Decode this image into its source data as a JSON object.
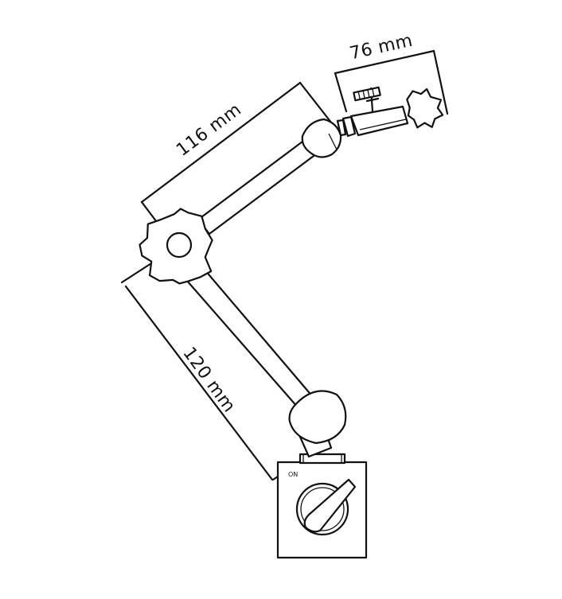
{
  "dimensions": {
    "clamp_length": "76 mm",
    "upper_arm_length": "116 mm",
    "lower_arm_length": "120 mm"
  },
  "base": {
    "switch_label": "ON"
  }
}
